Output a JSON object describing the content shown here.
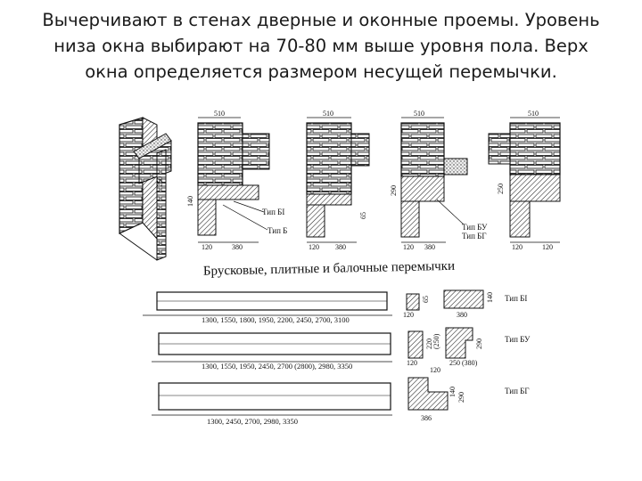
{
  "slide": {
    "title_lines": [
      "Вычерчивают в стенах дверные и оконные проемы. Уровень",
      "низа окна выбирают на 70-80 мм выше уровня пола. Верх",
      "окна определяется размером несущей перемычки."
    ]
  },
  "drawing": {
    "dims": {
      "d510": "510",
      "d120": "120",
      "d380": "380",
      "d140": "140",
      "d250": "250",
      "d290": "290",
      "d120b": "120",
      "d65": "65"
    },
    "type_labels": {
      "bi": "Тип БI",
      "b": "Тип Б",
      "bu": "Тип БУ",
      "bg": "Тип БГ"
    },
    "caption": "Брусковые, плитные и балочные перемычки",
    "profiles": {
      "bi_label": "Тип БI",
      "bu_label": "Тип БУ",
      "bg_label": "Тип БГ",
      "d65": "65",
      "d140": "140",
      "d120": "120",
      "d380": "380",
      "d220": "220",
      "d250": "(250)",
      "d290": "290",
      "d380b": "250 (380)",
      "d120c": "120",
      "d250c": "250",
      "d290c": "290",
      "d386": "386",
      "d140c": "140"
    },
    "spans": {
      "row1": "1300, 1550, 1800, 1950, 2200, 2450, 2700, 3100",
      "row2": "1300, 1550, 1950, 2450, 2700 (2800), 2980, 3350",
      "row3": "1300, 2450, 2700, 2980, 3350"
    }
  }
}
